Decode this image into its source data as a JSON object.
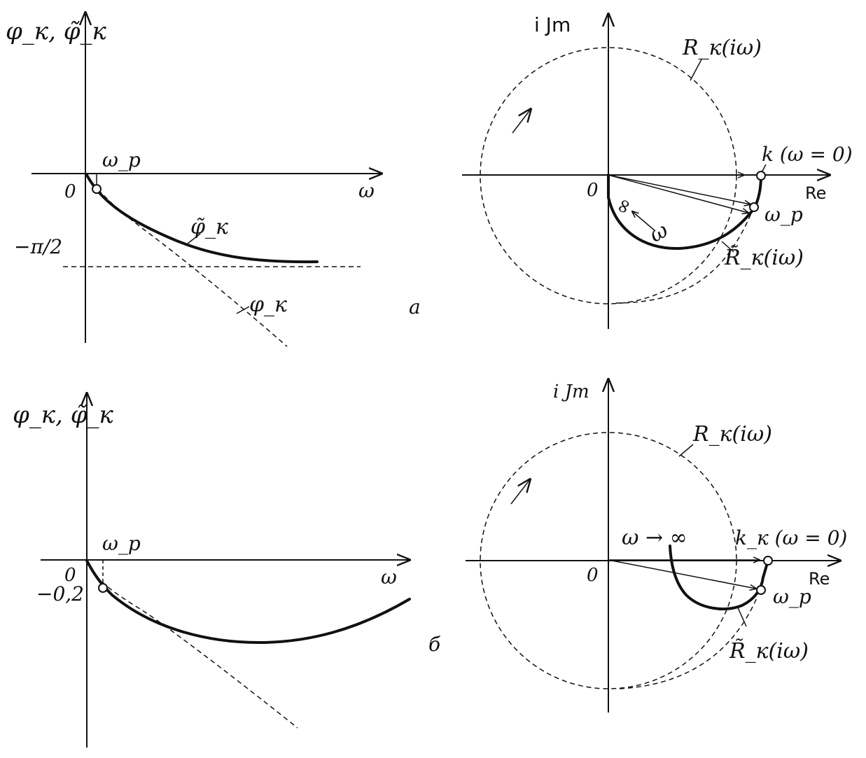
{
  "panels": {
    "a": {
      "label": "a",
      "phase": {
        "yaxis_label": "φ_к, φ̃_к",
        "xaxis_label": "ω",
        "origin_label": "0",
        "omega_p_label": "ω_р",
        "tick_label": "−π/2",
        "curve_exact_label": "φ̃_к",
        "curve_approx_label": "φ_к"
      },
      "nyquist": {
        "im_label": "i Jm",
        "re_label": "Re",
        "origin_label": "0",
        "circle_label": "R_к(iω)",
        "curve_label": "R̃_к(iω)",
        "k_label": "k (ω = 0)",
        "omega_p_label": "ω_р",
        "infinity_label": "∞",
        "omega_label": "ω"
      }
    },
    "b": {
      "label": "б",
      "phase": {
        "yaxis_label": "φ_к, φ̃_к",
        "xaxis_label": "ω",
        "origin_label": "0",
        "omega_p_label": "ω_р",
        "tick_label": "−0,2"
      },
      "nyquist": {
        "im_label": "i Jm",
        "re_label": "Re",
        "origin_label": "0",
        "circle_label": "R_к(iω)",
        "curve_label": "R̃_к(iω)",
        "k_label": "k_к (ω = 0)",
        "omega_p_label": "ω_р",
        "omega_inf_label": "ω → ∞"
      }
    }
  },
  "colors": {
    "ink": "#111111",
    "paper": "#ffffff"
  }
}
